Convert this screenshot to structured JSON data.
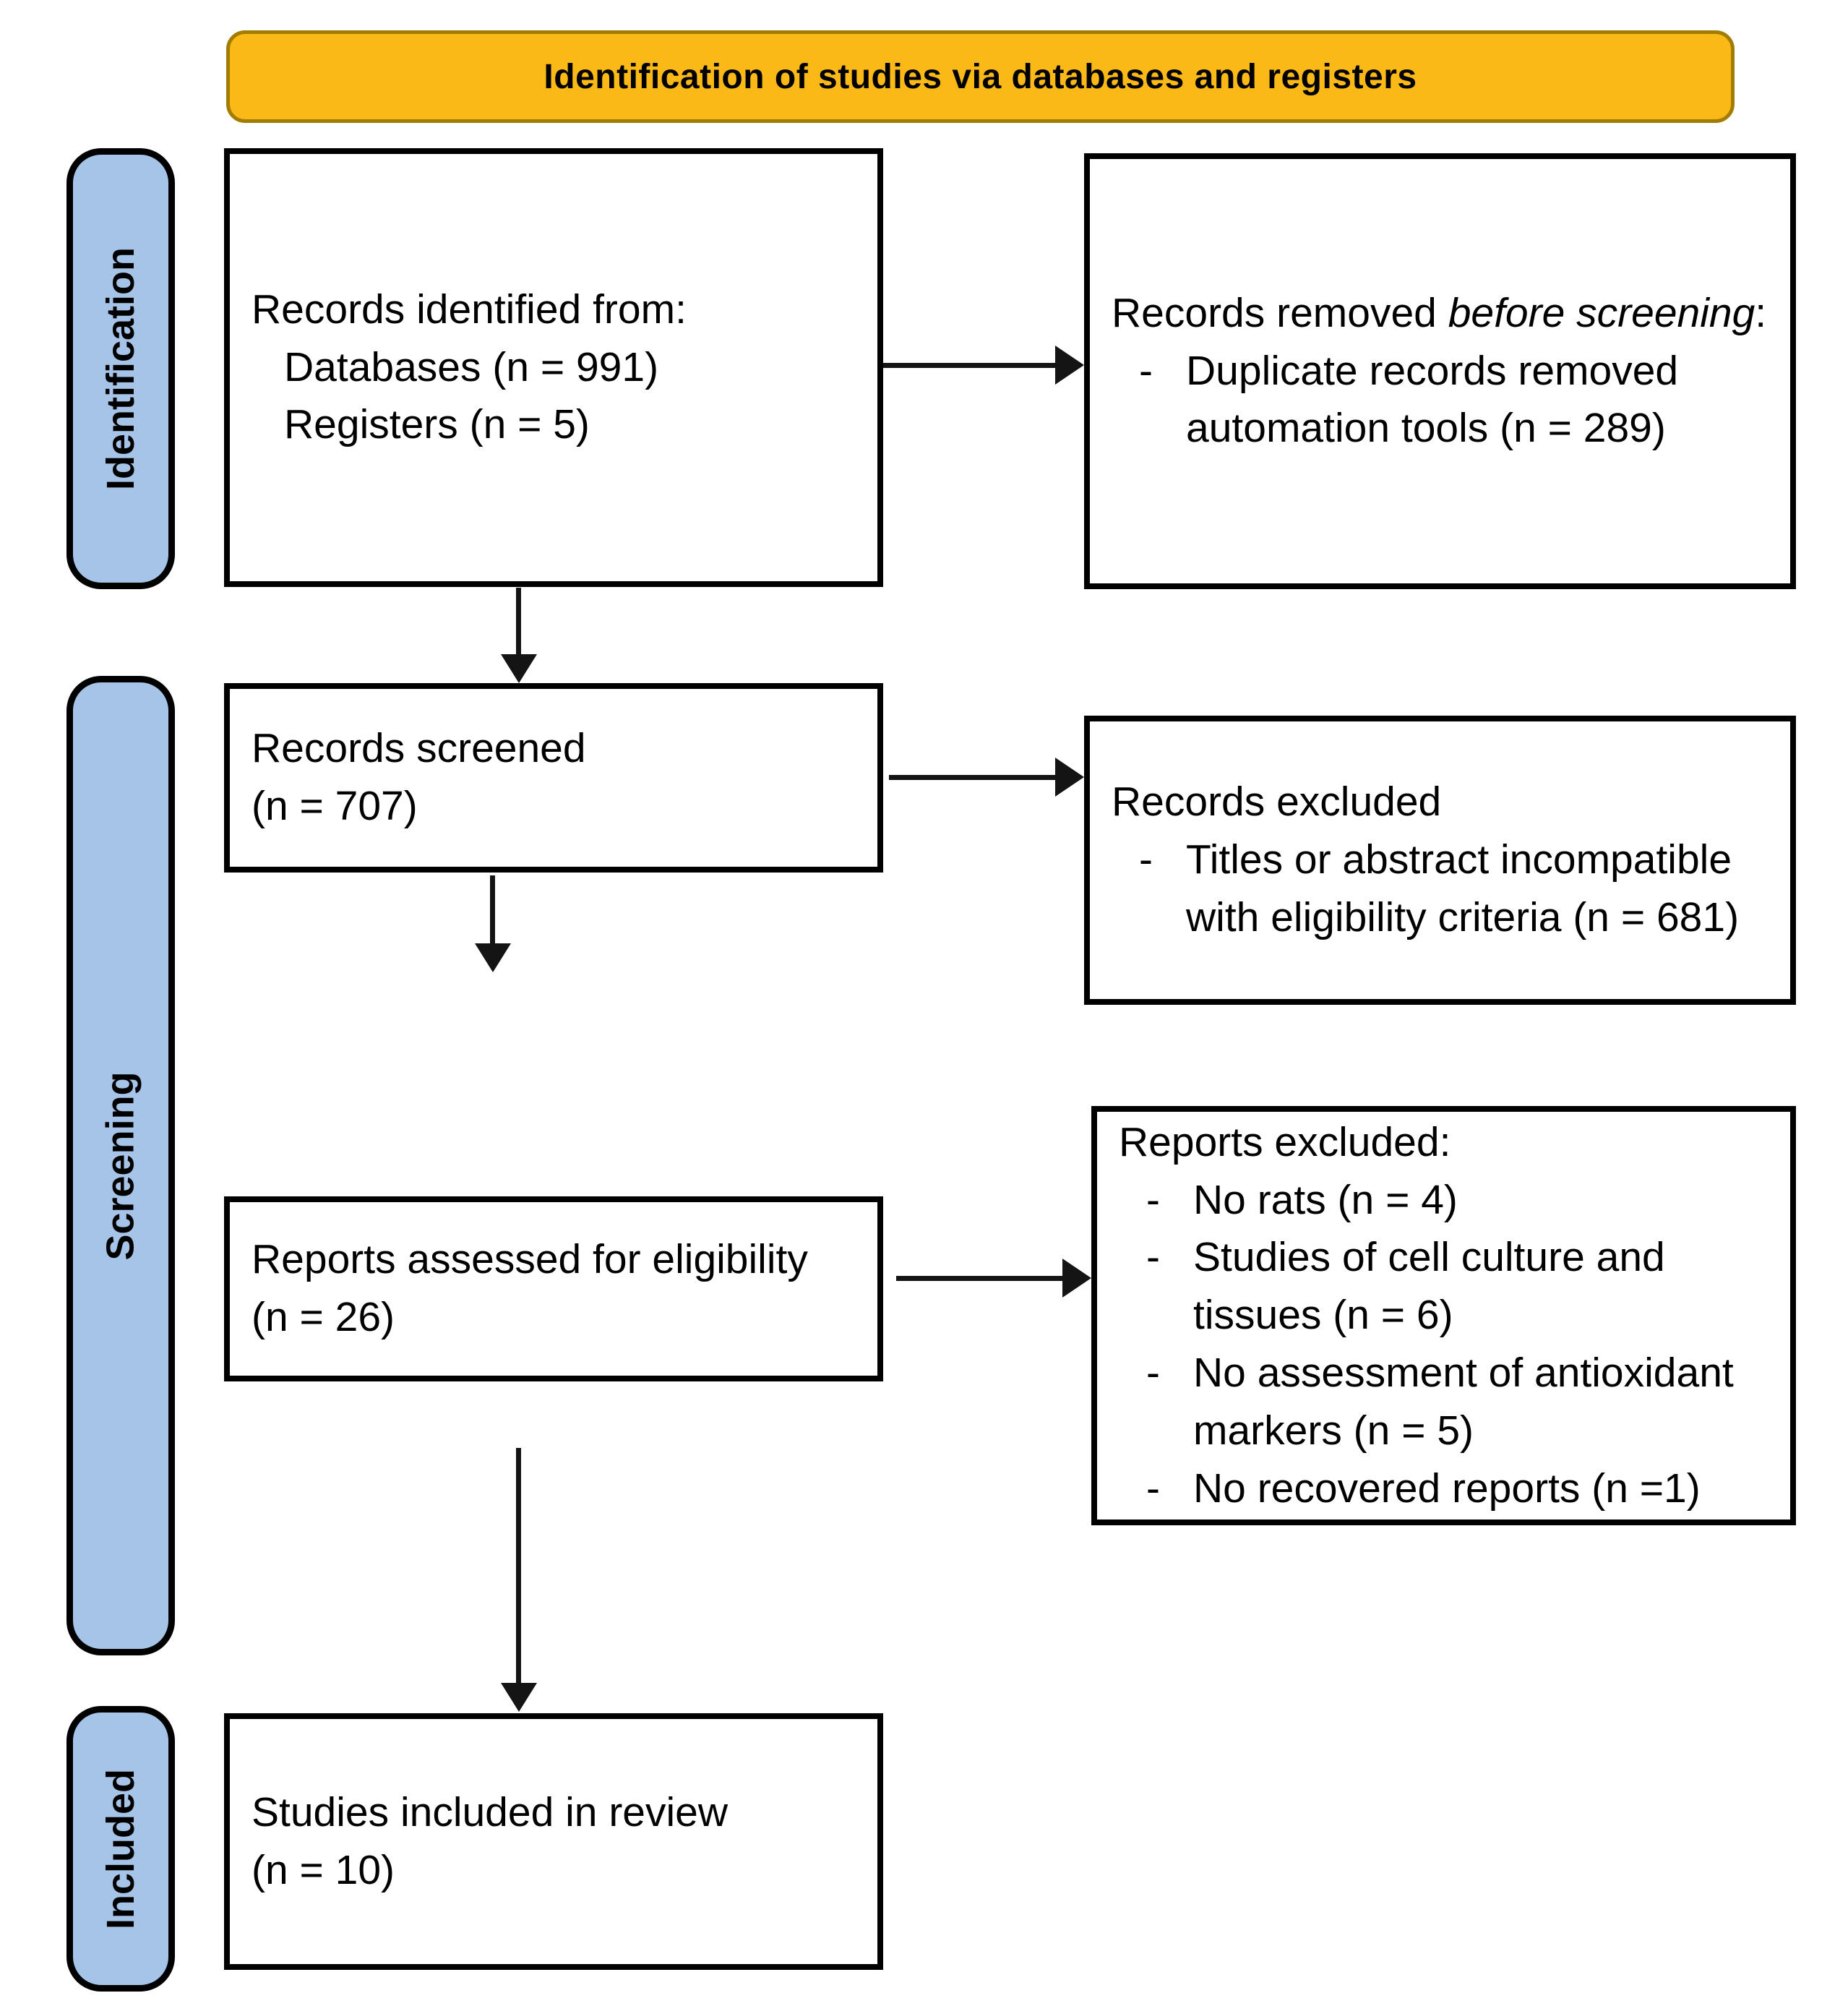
{
  "colors": {
    "banner_bg": "#FBB917",
    "banner_border": "#A27C00",
    "stage_bg": "#A5C4E8",
    "stage_border": "#000000",
    "box_border": "#000000",
    "text": "#000000",
    "background": "#FFFFFF"
  },
  "banner": {
    "label": "Identification of studies via databases and registers"
  },
  "stages": [
    {
      "label": "Identification"
    },
    {
      "label": "Screening"
    },
    {
      "label": "Included"
    }
  ],
  "glyphs": {
    "bullet_dash": "-"
  },
  "boxes": {
    "identified": {
      "title": "Records identified from:",
      "items": [
        "Databases (n = 991)",
        "Registers (n = 5)"
      ]
    },
    "removed": {
      "header_prefix": "Records removed ",
      "header_italic": "before screening",
      "header_suffix": ":",
      "bullets": [
        "Duplicate records removed automation tools (n = 289)"
      ]
    },
    "screened": {
      "line1": "Records screened",
      "line2": "(n = 707)"
    },
    "records_excluded": {
      "header": "Records excluded",
      "bullets": [
        "Titles or abstract incompatible with eligibility criteria (n = 681)"
      ]
    },
    "assessed": {
      "line1": "Reports assessed for eligibility",
      "line2": "(n = 26)"
    },
    "reports_excluded": {
      "header": "Reports excluded:",
      "bullets": [
        "No rats (n = 4)",
        "Studies of cell culture and tissues (n = 6)",
        "No assessment of antioxidant markers (n = 5)",
        "No recovered reports (n =1)"
      ]
    },
    "included": {
      "line1": "Studies included in review",
      "line2": "(n = 10)"
    }
  }
}
